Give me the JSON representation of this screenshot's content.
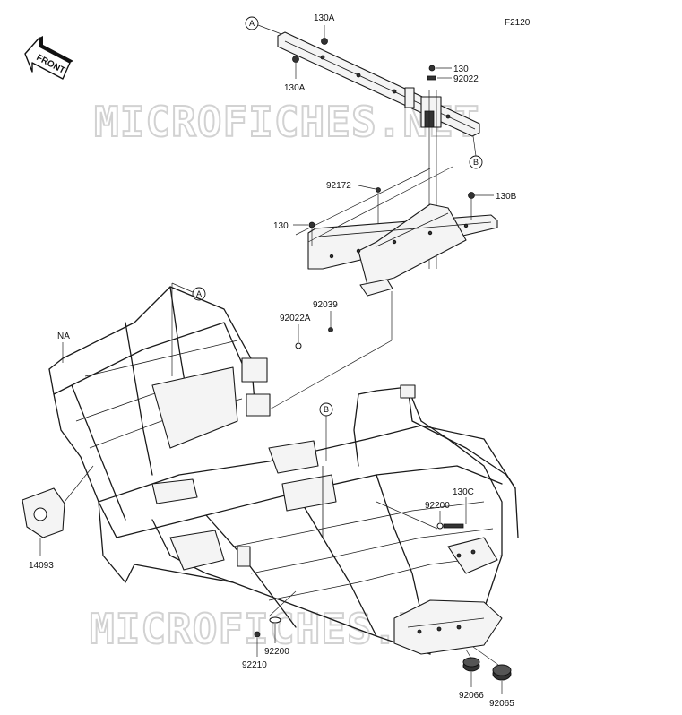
{
  "figure_code": "F2120",
  "front_label": "FRONT",
  "watermark": "MICROFICHES.NET",
  "callouts": {
    "A": "A",
    "B": "B"
  },
  "parts": {
    "p130A_top": "130A",
    "p130A_left": "130A",
    "p130_top": "130",
    "p92022": "92022",
    "p92172": "92172",
    "p130B": "130B",
    "p130_mid": "130",
    "p92039": "92039",
    "p92022A": "92022A",
    "pNA": "NA",
    "p14093": "14093",
    "p130C": "130C",
    "p92200_right": "92200",
    "p92200_bottom": "92200",
    "p92210": "92210",
    "p92066": "92066",
    "p92065": "92065"
  }
}
